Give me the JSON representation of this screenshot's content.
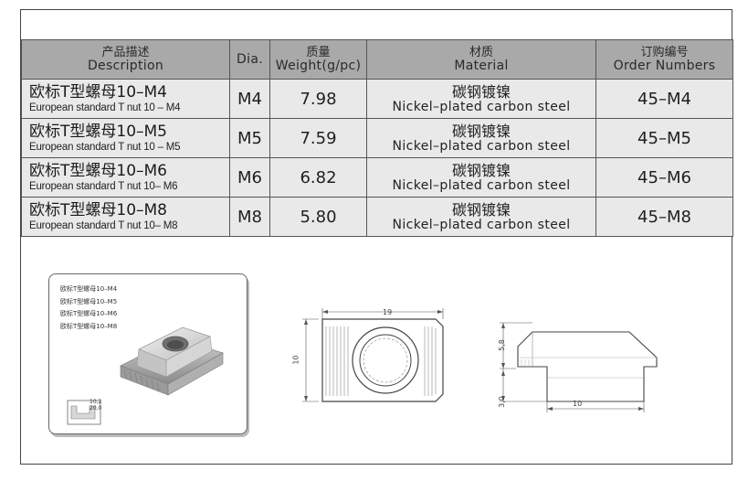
{
  "table": {
    "headers": [
      {
        "zh": "产品描述",
        "en": "Description"
      },
      {
        "zh": "",
        "en": "Dia."
      },
      {
        "zh": "质量",
        "en": "Weight(g/pc)"
      },
      {
        "zh": "材质",
        "en": "Material"
      },
      {
        "zh": "订购编号",
        "en": "Order Numbers"
      }
    ],
    "rows": [
      {
        "desc_zh": "欧标T型螺母10–M4",
        "desc_en": "European standard T nut 10 – M4",
        "dia": "M4",
        "weight": "7.98",
        "material_zh": "碳钢镀镍",
        "material_en": "Nickel–plated carbon steel",
        "order": "45–M4"
      },
      {
        "desc_zh": "欧标T型螺母10–M5",
        "desc_en": "European standard T nut 10 – M5",
        "dia": "M5",
        "weight": "7.59",
        "material_zh": "碳钢镀镍",
        "material_en": "Nickel–plated carbon steel",
        "order": "45–M5"
      },
      {
        "desc_zh": "欧标T型螺母10–M6",
        "desc_en": "European standard T nut 10– M6",
        "dia": "M6",
        "weight": "6.82",
        "material_zh": "碳钢镀镍",
        "material_en": "Nickel–plated carbon steel",
        "order": "45–M6"
      },
      {
        "desc_zh": "欧标T型螺母10–M8",
        "desc_en": "European standard T nut 10– M8",
        "dia": "M8",
        "weight": "5.80",
        "material_zh": "碳钢镀镍",
        "material_en": "Nickel–plated carbon steel",
        "order": "45–M8"
      }
    ]
  },
  "photo": {
    "labels": [
      "欧标T型螺母10–M4",
      "欧标T型螺母10–M5",
      "欧标T型螺母10–M6",
      "欧标T型螺母10–M8"
    ],
    "profile_dims": [
      "10,2",
      "20,0"
    ]
  },
  "front_view": {
    "width": "19",
    "height": "10"
  },
  "side_view": {
    "height_top": "5,8",
    "height_bottom": "3,0",
    "width": "10"
  }
}
